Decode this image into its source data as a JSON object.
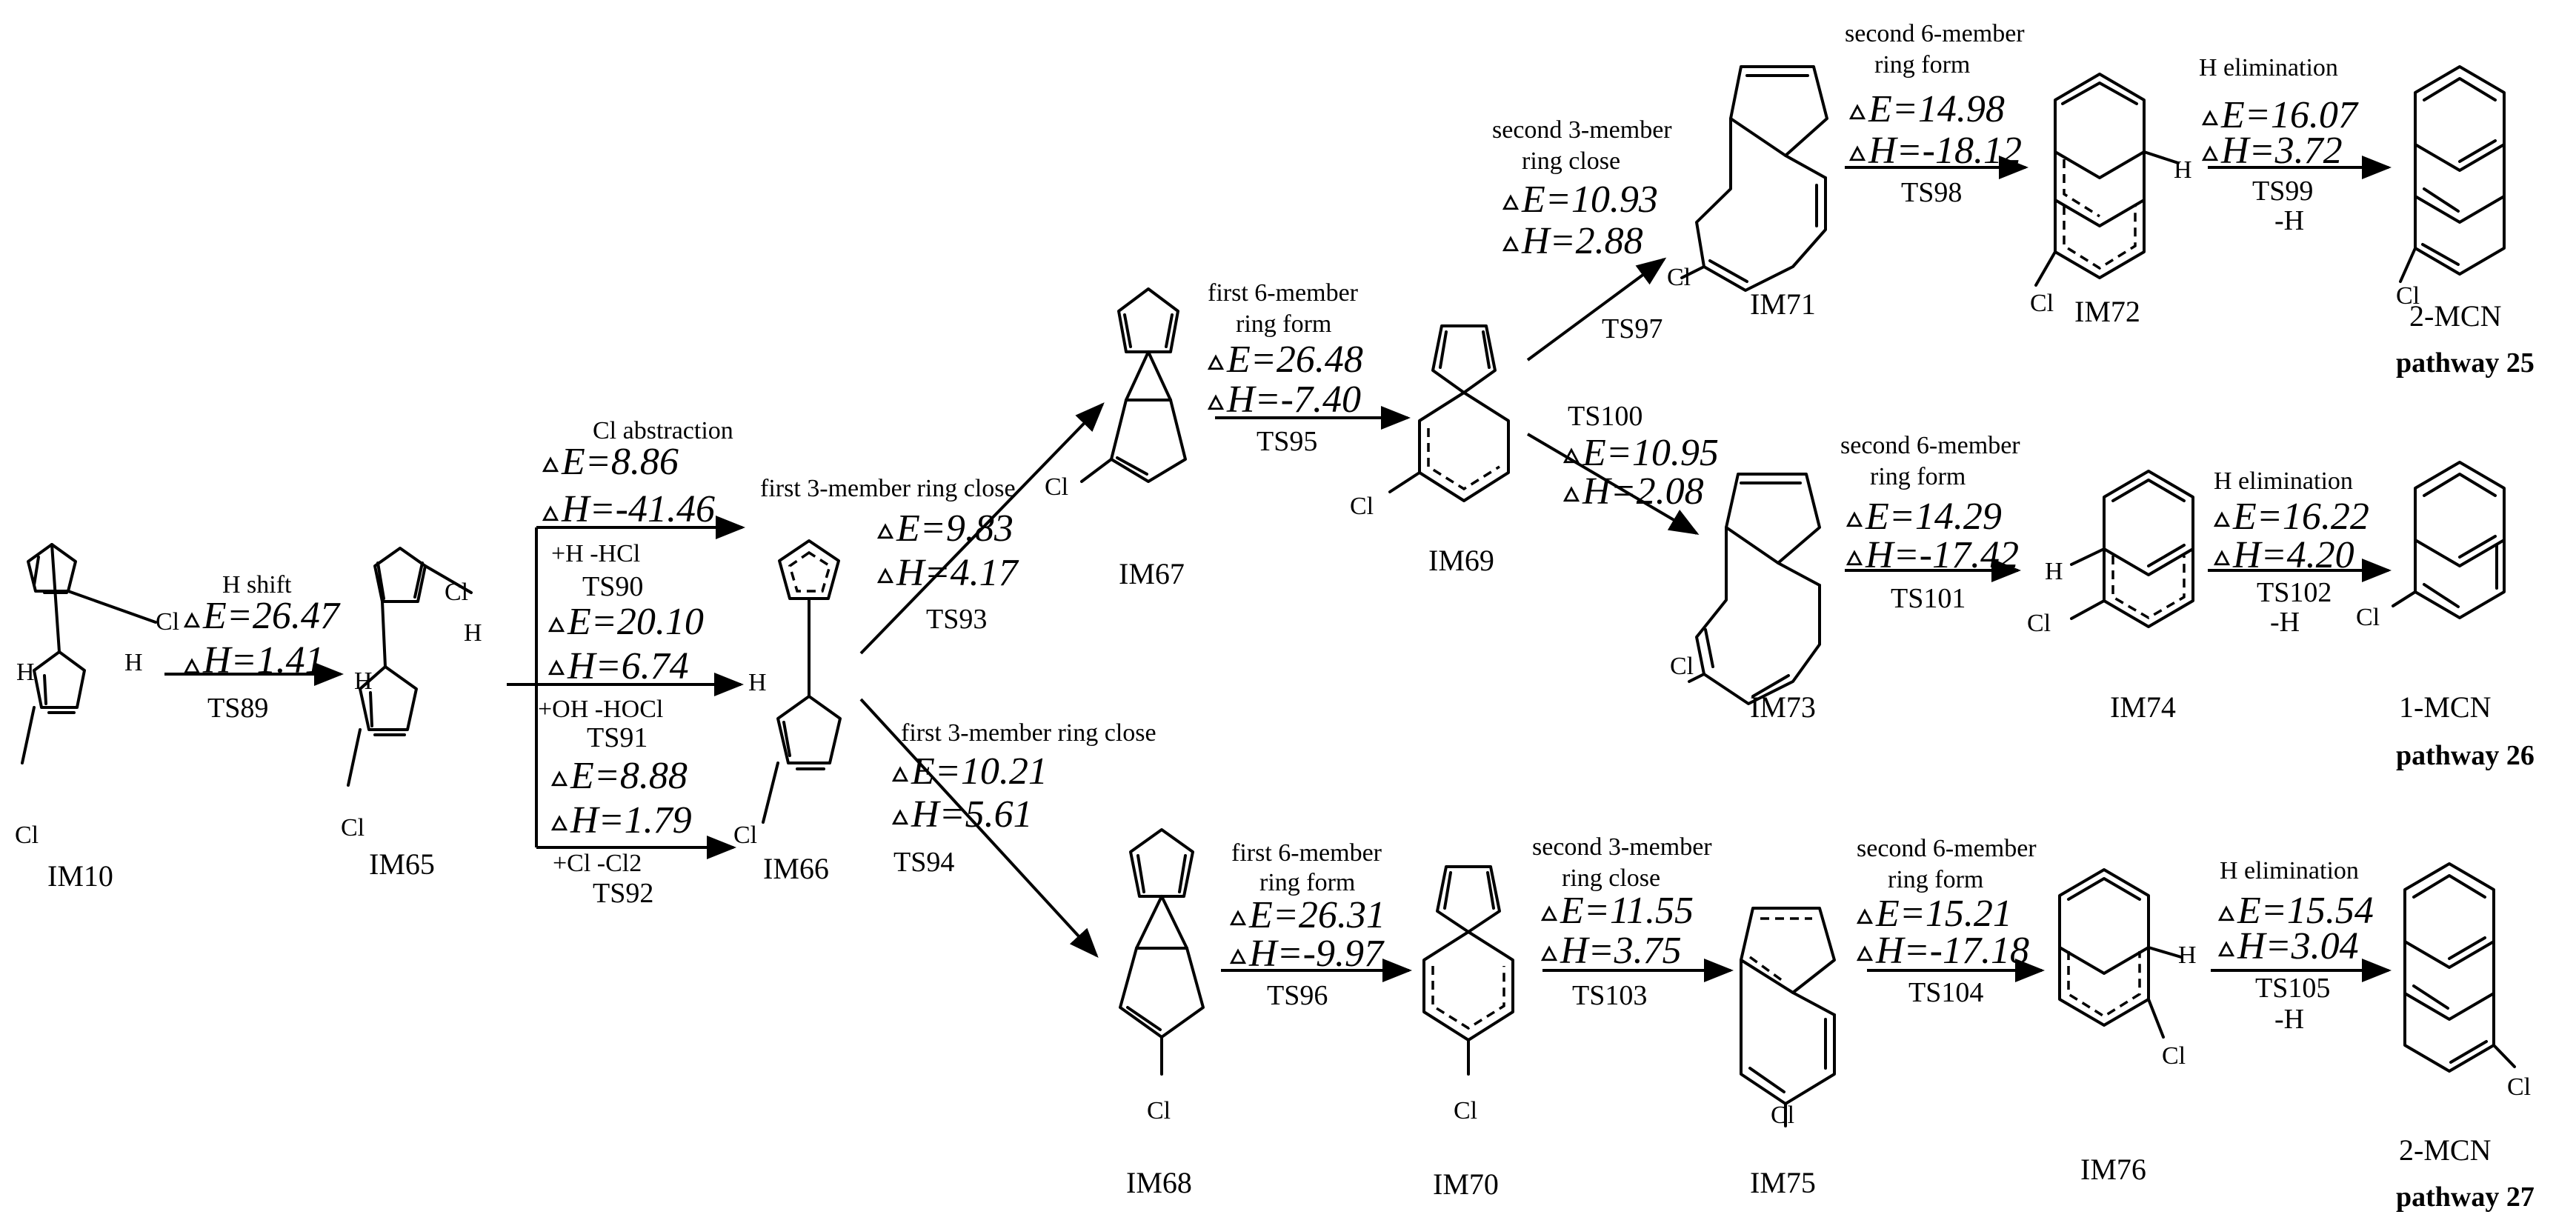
{
  "molecules": {
    "IM10": "IM10",
    "IM65": "IM65",
    "IM66": "IM66",
    "IM67": "IM67",
    "IM68": "IM68",
    "IM69": "IM69",
    "IM70": "IM70",
    "IM71": "IM71",
    "IM72": "IM72",
    "IM73": "IM73",
    "IM74": "IM74",
    "IM75": "IM75",
    "IM76": "IM76"
  },
  "products": {
    "p25": "2-MCN",
    "p26": "1-MCN",
    "p27": "2-MCN"
  },
  "pathways": {
    "p25": "pathway 25",
    "p26": "pathway 26",
    "p27": "pathway 27"
  },
  "atoms": {
    "Cl": "Cl",
    "H": "H"
  },
  "steps": {
    "s89": {
      "title": "H shift",
      "e": "E=26.47",
      "h": "H=1.41",
      "ts": "TS89"
    },
    "s90": {
      "title": "Cl abstraction",
      "e": "E=8.86",
      "h": "H=-41.46",
      "reag": "+H   -HCl",
      "ts": "TS90"
    },
    "s91": {
      "e": "E=20.10",
      "h": "H=6.74",
      "reag": "+OH  -HOCl",
      "ts": "TS91"
    },
    "s92": {
      "e": "E=8.88",
      "h": "H=1.79",
      "reag": "+Cl  -Cl2",
      "ts": "TS92"
    },
    "s93": {
      "title": "first 3-member ring close",
      "e": "E=9.83",
      "h": "H=4.17",
      "ts": "TS93"
    },
    "s94": {
      "title": "first 3-member ring close",
      "e": "E=10.21",
      "h": "H=5.61",
      "ts": "TS94"
    },
    "s95": {
      "title1": "first 6-member",
      "title2": "ring form",
      "e": "E=26.48",
      "h": "H=-7.40",
      "ts": "TS95"
    },
    "s96": {
      "title1": "first 6-member",
      "title2": "ring form",
      "e": "E=26.31",
      "h": "H=-9.97",
      "ts": "TS96"
    },
    "s97": {
      "title1": "second 3-member",
      "title2": "ring close",
      "e": "E=10.93",
      "h": "H=2.88",
      "ts": "TS97"
    },
    "s98": {
      "title1": "second 6-member",
      "title2": "ring form",
      "e": "E=14.98",
      "h": "H=-18.12",
      "ts": "TS98"
    },
    "s99": {
      "title": "H elimination",
      "e": "E=16.07",
      "h": "H=3.72",
      "ts": "TS99",
      "loss": "-H"
    },
    "s100": {
      "ts": "TS100",
      "e": "E=10.95",
      "h": "H=2.08"
    },
    "s101": {
      "title1": "second 6-member",
      "title2": "ring form",
      "e": "E=14.29",
      "h": "H=-17.42",
      "ts": "TS101"
    },
    "s102": {
      "title": "H elimination",
      "e": "E=16.22",
      "h": "H=4.20",
      "ts": "TS102",
      "loss": "-H"
    },
    "s103": {
      "title1": "second 3-member",
      "title2": "ring close",
      "e": "E=11.55",
      "h": "H=3.75",
      "ts": "TS103"
    },
    "s104": {
      "title1": "second 6-member",
      "title2": "ring form",
      "e": "E=15.21",
      "h": "H=-17.18",
      "ts": "TS104"
    },
    "s105": {
      "title": "H elimination",
      "e": "E=15.54",
      "h": "H=3.04",
      "ts": "TS105",
      "loss": "-H"
    }
  }
}
